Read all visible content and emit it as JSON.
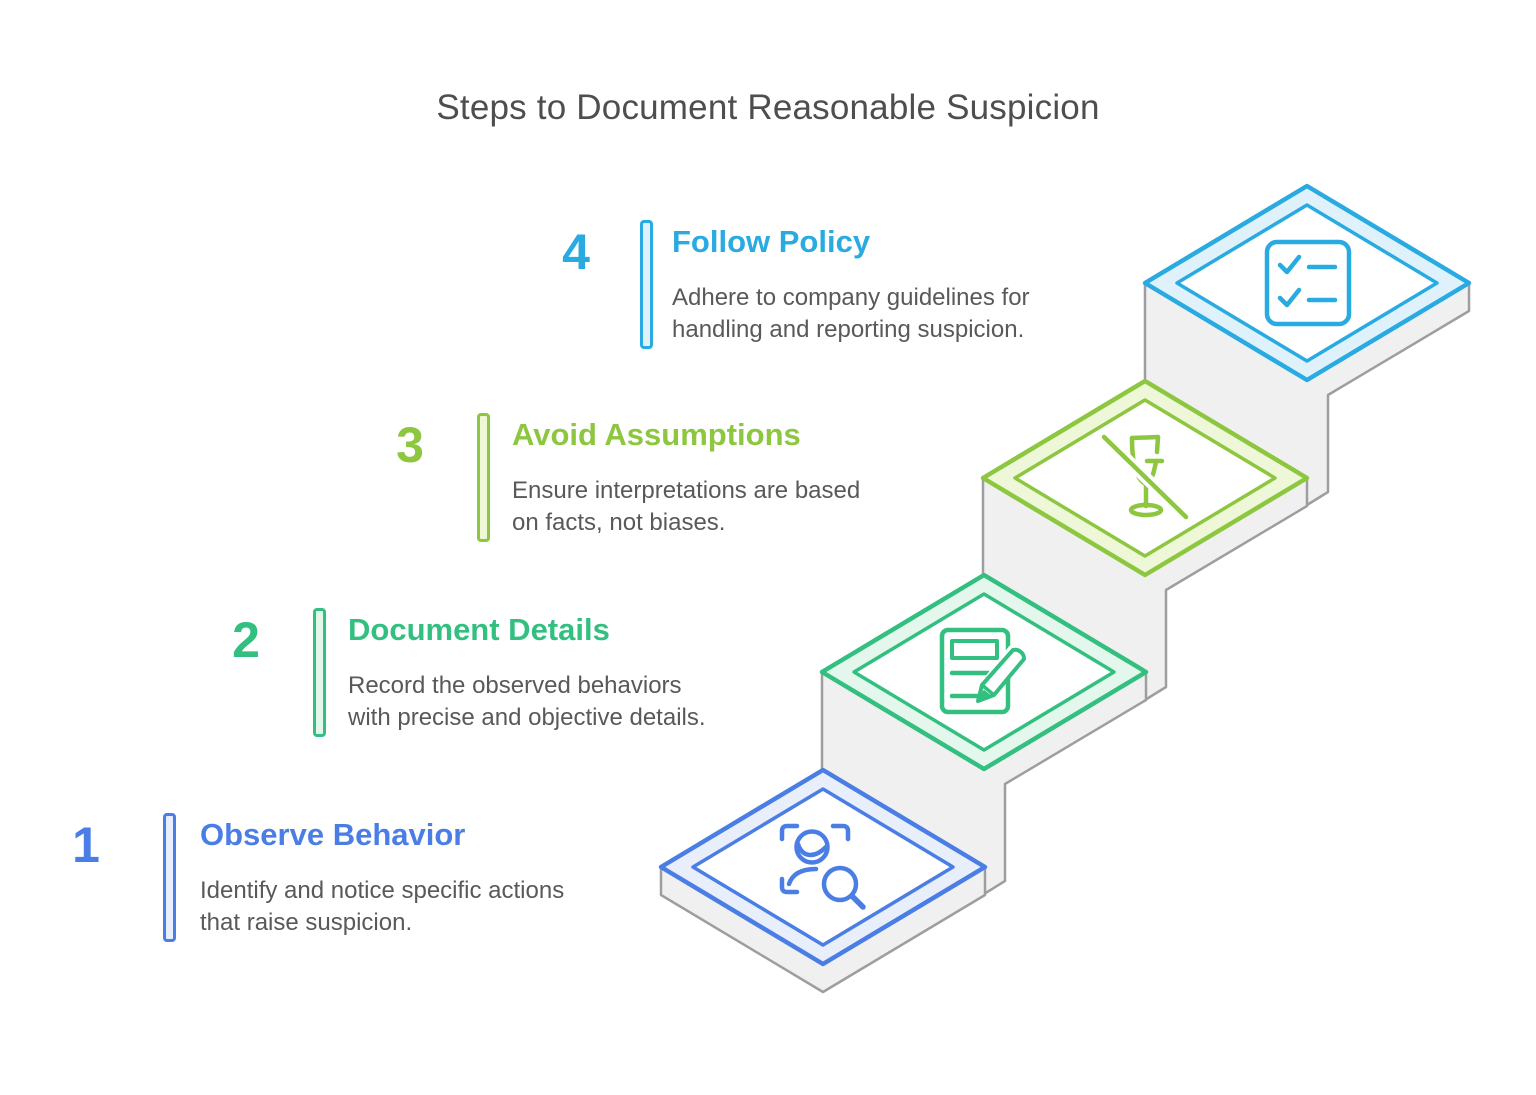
{
  "page": {
    "title": "Steps to Document Reasonable Suspicion",
    "title_color": "#4E4E50",
    "background": "#FFFFFF",
    "description_color": "#58595B"
  },
  "staircase": {
    "body_fill": "#F0F0F1",
    "body_stroke": "#9E9EA0",
    "inner_platform_fill": "#FFFFFF"
  },
  "steps": [
    {
      "number": "1",
      "title": "Observe Behavior",
      "description_lines": [
        "Identify and notice specific actions",
        "that raise suspicion."
      ],
      "color": "#4A7EE5",
      "tint": "#E8EFFB",
      "icon": "person-scan-icon"
    },
    {
      "number": "2",
      "title": "Document Details",
      "description_lines": [
        "Record the observed behaviors",
        "with precise and objective details."
      ],
      "color": "#33BF80",
      "tint": "#E3F7EC",
      "icon": "document-pencil-icon"
    },
    {
      "number": "3",
      "title": "Avoid Assumptions",
      "description_lines": [
        "Ensure interpretations are based",
        "on facts, not biases."
      ],
      "color": "#8DC63F",
      "tint": "#EEF8D9",
      "icon": "no-alcohol-icon"
    },
    {
      "number": "4",
      "title": "Follow Policy",
      "description_lines": [
        "Adhere to company guidelines for",
        "handling and reporting suspicion."
      ],
      "color": "#29ABE2",
      "tint": "#DFF2FB",
      "icon": "checklist-icon"
    }
  ]
}
